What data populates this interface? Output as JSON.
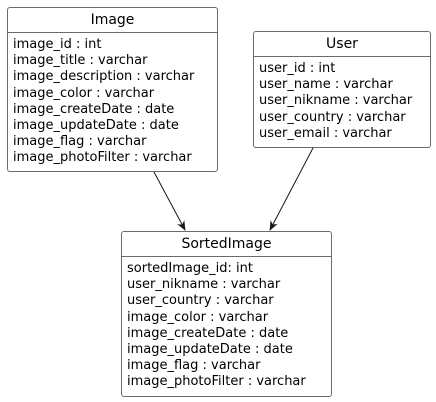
{
  "diagram": {
    "classes": {
      "image": {
        "title": "Image",
        "attributes": [
          "image_id : int",
          "image_title : varchar",
          "image_description : varchar",
          "image_color : varchar",
          "image_createDate : date",
          "image_updateDate : date",
          "image_flag : varchar",
          "image_photoFilter : varchar"
        ]
      },
      "user": {
        "title": "User",
        "attributes": [
          "user_id : int",
          "user_name : varchar",
          "user_nikname : varchar",
          "user_country : varchar",
          "user_email : varchar"
        ]
      },
      "sorted_image": {
        "title": "SortedImage",
        "attributes": [
          "sortedImage_id: int",
          "user_nikname : varchar",
          "user_country : varchar",
          "image_color : varchar",
          "image_createDate : date",
          "image_updateDate : date",
          "image_flag : varchar",
          "image_photoFilter : varchar"
        ]
      }
    },
    "relations": [
      {
        "from": "Image",
        "to": "SortedImage"
      },
      {
        "from": "User",
        "to": "SortedImage"
      }
    ],
    "colors": {
      "border": "#6b6b6b",
      "edge": "#181818",
      "text": "#000000",
      "background": "#ffffff"
    }
  }
}
